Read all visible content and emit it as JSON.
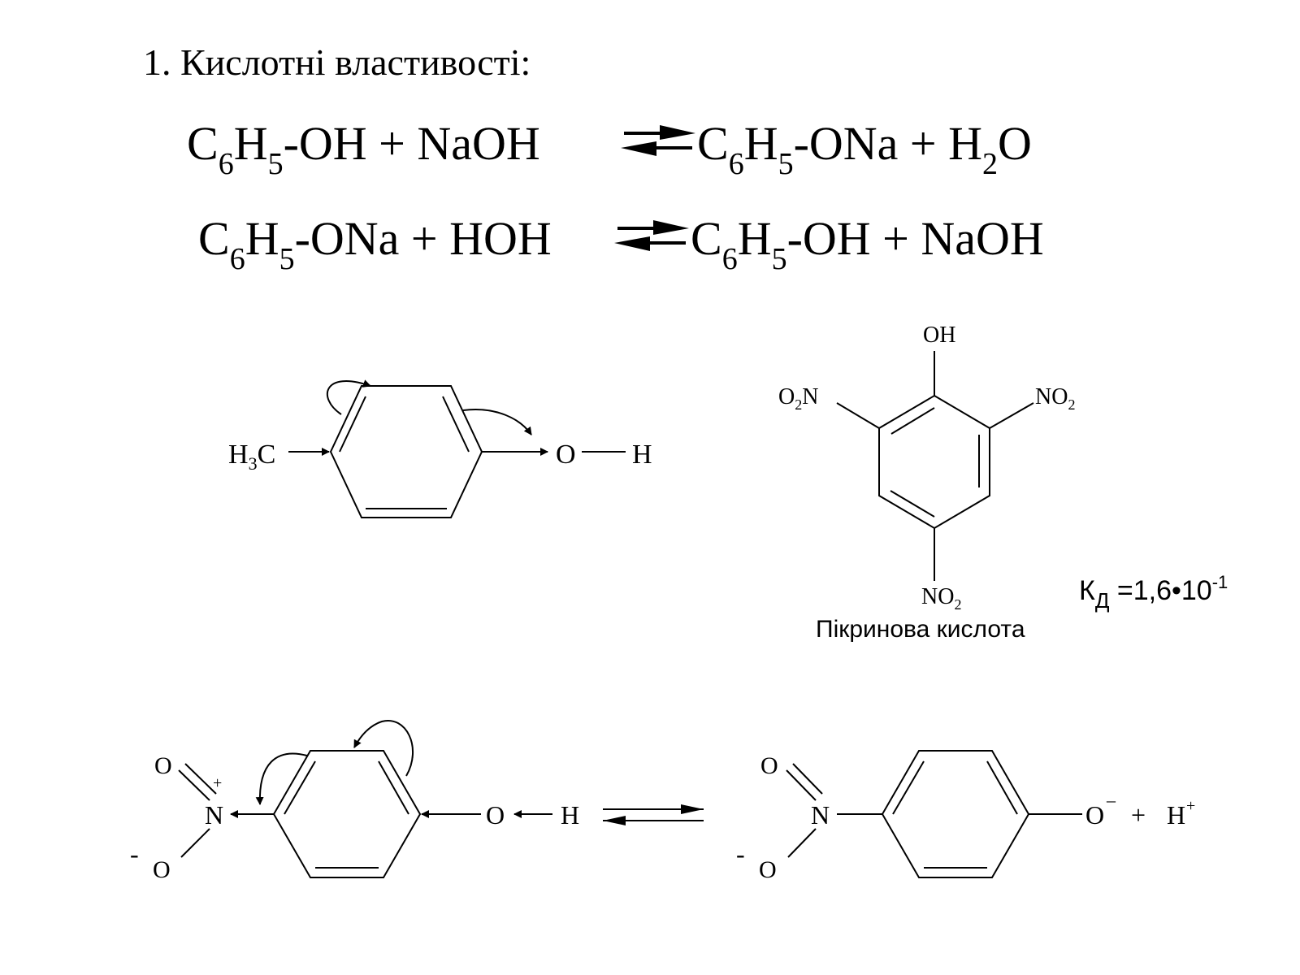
{
  "heading": "1. Кислотні властивості:",
  "equation1": {
    "left": [
      "C",
      "6",
      "H",
      "5",
      "-OH  +  NaOH"
    ],
    "right": [
      "C",
      "6",
      "H",
      "5",
      "-ONa + H",
      "2",
      "O"
    ]
  },
  "equation2": {
    "left": [
      "C",
      "6",
      "H",
      "5",
      "-ONa  +  HOH"
    ],
    "right": [
      "C",
      "6",
      "H",
      "5",
      "-OH + NaOH"
    ]
  },
  "cresol": {
    "h3c_base": "H",
    "h3c_sub": "3",
    "h3c_tail": "C",
    "o": "O",
    "h": "H"
  },
  "picric": {
    "oh": "OH",
    "o2n_left_o": "O",
    "o2n_left_sub": "2",
    "o2n_left_n": "N",
    "no2_right_base": "NO",
    "no2_right_sub": "2",
    "no2_bottom_base": "NO",
    "no2_bottom_sub": "2",
    "caption": "Пікринова кислота",
    "kd_base": "К",
    "kd_sub": "Д",
    "kd_value": " =1,6•10",
    "kd_exp": "-1"
  },
  "nitrophenol": {
    "o_top": "O",
    "plus": "+",
    "n": "N",
    "minus": "-",
    "o_bottom": "O",
    "o_hydroxyl": "O",
    "h": "H"
  },
  "nitrophenolate": {
    "o_top": "O",
    "n": "N",
    "minus": "-",
    "o_bottom": "O",
    "o_anion": "O",
    "o_anion_charge": "–",
    "plus_sign": "+",
    "h": "H",
    "h_charge": "+"
  }
}
